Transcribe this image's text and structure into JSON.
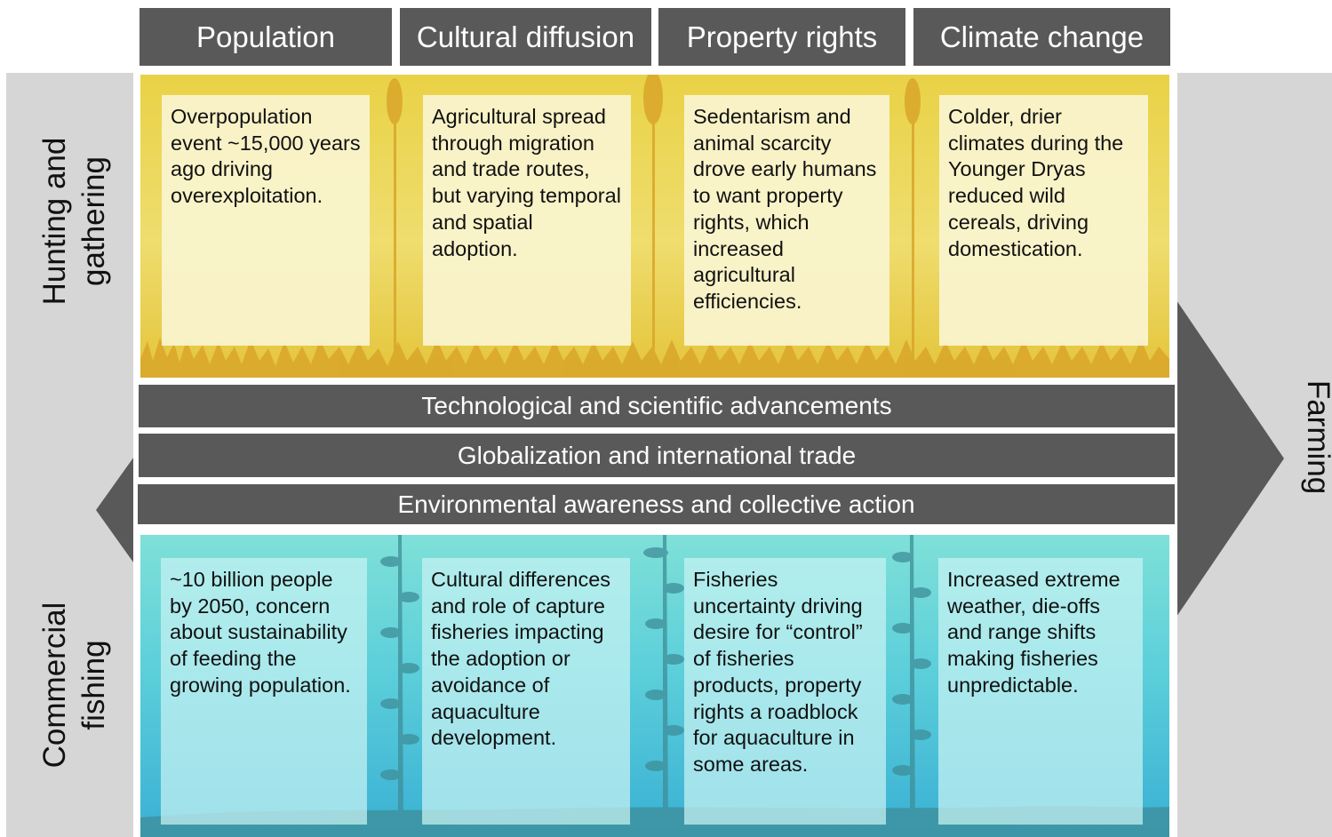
{
  "columns": [
    {
      "title": "Population"
    },
    {
      "title": "Cultural diffusion"
    },
    {
      "title": "Property rights"
    },
    {
      "title": "Climate change"
    }
  ],
  "rows": {
    "top": {
      "label": [
        "Hunting and",
        "gathering"
      ]
    },
    "bottom": {
      "label": [
        "Commercial",
        "fishing"
      ]
    },
    "right": {
      "label": "Farming"
    }
  },
  "top_cards": [
    "Overpopulation event ~15,000 years ago driving overexploitation.",
    "Agricultural spread through migration and trade routes, but varying temporal and spatial adoption.",
    "Sedentarism and animal scarcity drove early humans to want property rights, which increased agricultural efficiencies.",
    "Colder, drier climates during the Younger Dryas reduced wild cereals, driving domestication."
  ],
  "bottom_cards": [
    "~10 billion people by 2050, concern about sustainability of feeding the growing population.",
    "Cultural differences and role of capture fisheries impacting the adoption or avoidance of aquaculture development.",
    "Fisheries uncertainty driving desire for “control” of fisheries products, property rights a roadblock for aquaculture in some areas.",
    "Increased extreme weather, die-offs and range shifts making fisheries unpredictable."
  ],
  "bands": {
    "tech": "Technological and scientific advancements",
    "global": "Globalization and international trade",
    "env": "Environmental awareness and collective action"
  },
  "colors": {
    "header": "#595959",
    "side": "#d6d6d6",
    "top_section": "#ecd55a",
    "bottom_section": "#5ccfda",
    "wheat": "#d9a62a",
    "kelp": "#3d8e98"
  }
}
